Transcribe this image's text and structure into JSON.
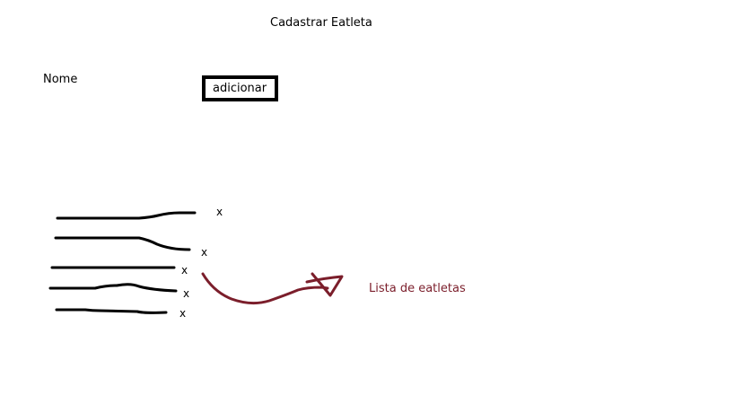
{
  "header": {
    "title": "Cadastrar Eatleta"
  },
  "form": {
    "name_label": "Nome",
    "add_button_label": "adicionar"
  },
  "athlete_list": {
    "remove_glyph": "x",
    "item_count": 5,
    "annotation": {
      "text": "Lista de eatletas",
      "color": "#7b1e2b"
    }
  }
}
